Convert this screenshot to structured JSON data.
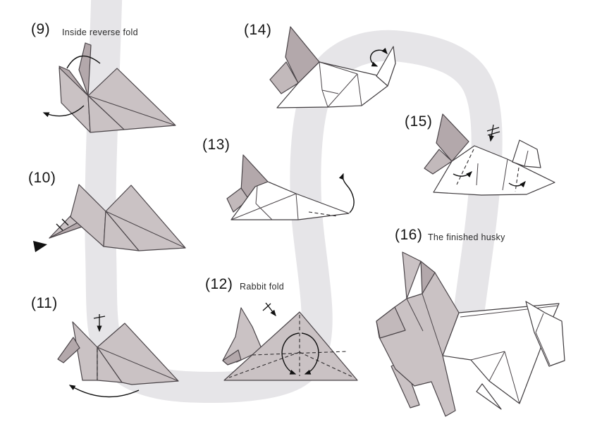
{
  "palette": {
    "background": "#ffffff",
    "swirl": "#e6e5e8",
    "paper_fill": "#cac2c4",
    "paper_dark": "#b3a8ab",
    "paper_mid": "#c2b9bb",
    "outline": "#4a4448",
    "arrow_black": "#111111"
  },
  "steps": [
    {
      "label": "(9)",
      "caption": "Inside reverse fold"
    },
    {
      "label": "(10)",
      "caption": ""
    },
    {
      "label": "(11)",
      "caption": ""
    },
    {
      "label": "(12)",
      "caption": "Rabbit fold"
    },
    {
      "label": "(13)",
      "caption": ""
    },
    {
      "label": "(14)",
      "caption": ""
    },
    {
      "label": "(15)",
      "caption": ""
    },
    {
      "label": "(16)",
      "caption": "The finished husky"
    }
  ]
}
